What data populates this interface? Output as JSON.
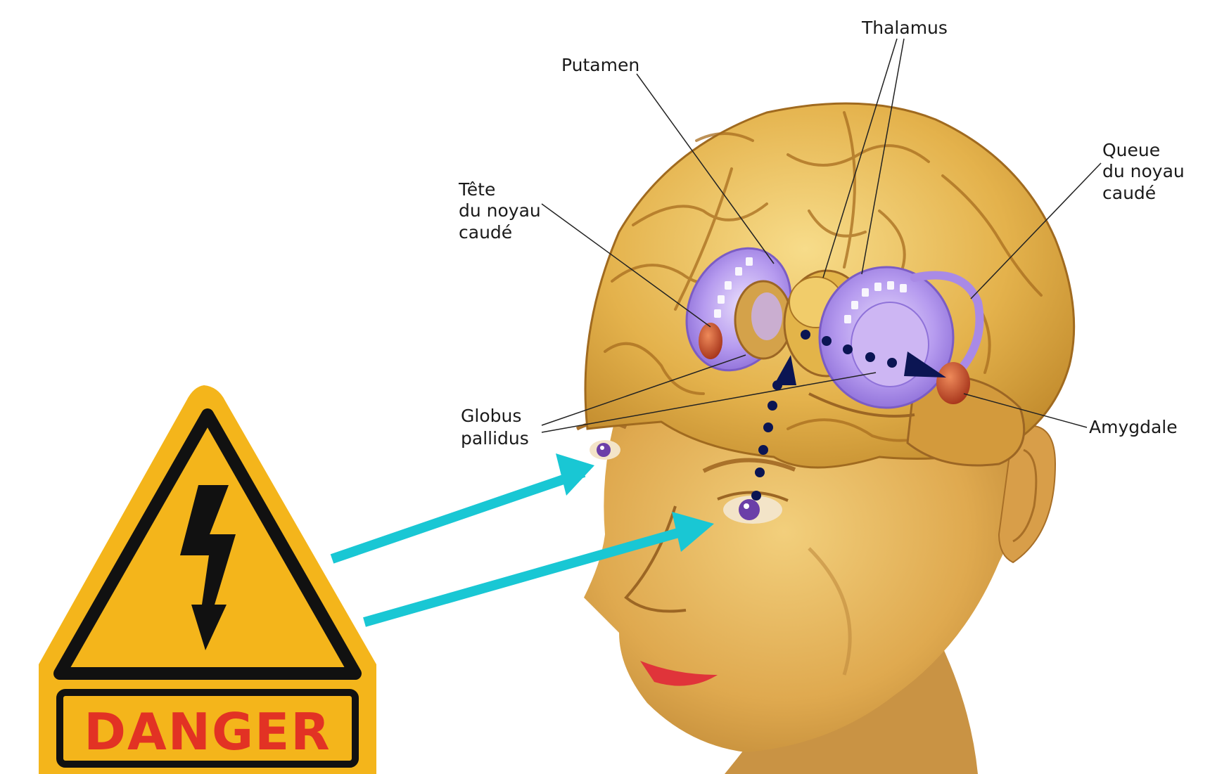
{
  "labels": {
    "thalamus": "Thalamus",
    "putamen": "Putamen",
    "caudate_head": [
      "Tête",
      "du noyau",
      "caudé"
    ],
    "caudate_tail": [
      "Queue",
      "du noyau",
      "caudé"
    ],
    "globus_pallidus": [
      "Globus",
      "pallidus"
    ],
    "amygdala": "Amygdale"
  },
  "sign": {
    "text": "DANGER",
    "icon": "high-voltage-icon"
  },
  "colors": {
    "sign_yellow": "#f4b51b",
    "sign_red": "#e23224",
    "arrow_cyan": "#19c7d4",
    "path_navy": "#0b1553",
    "nuclei_purple": "#a98ae6",
    "amygdala_red": "#c0442a",
    "brain_gold": "#d9a43a",
    "skin": "#e6b55c"
  }
}
